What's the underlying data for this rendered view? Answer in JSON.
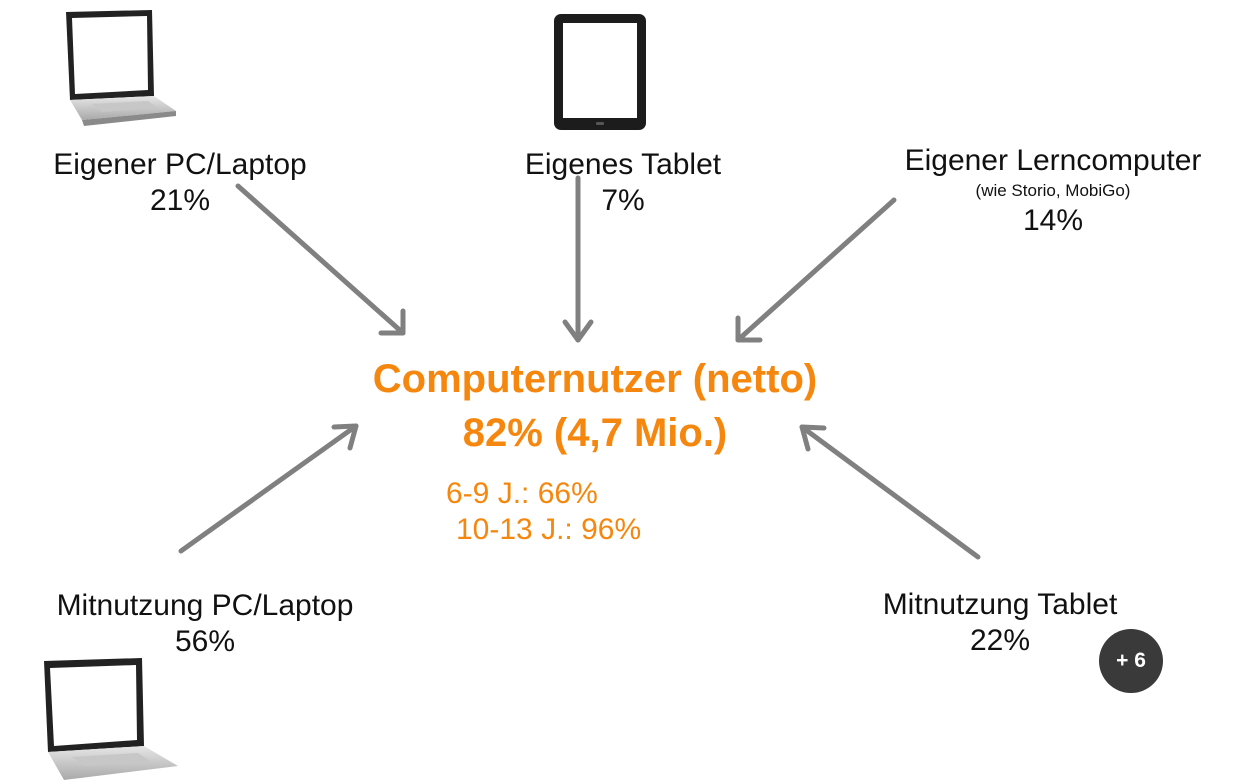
{
  "nodes": {
    "pc_laptop": {
      "title": "Eigener PC/Laptop",
      "percent": "21%"
    },
    "tablet": {
      "title": "Eigenes Tablet",
      "percent": "7%"
    },
    "learning_computer": {
      "title": "Eigener Lerncomputer",
      "note": "(wie Storio, MobiGo)",
      "percent": "14%"
    },
    "shared_pc": {
      "title": "Mitnutzung PC/Laptop",
      "percent": "56%"
    },
    "shared_tablet": {
      "title": "Mitnutzung Tablet",
      "percent": "22%"
    }
  },
  "center": {
    "title": "Computernutzer (netto)",
    "value": "82% (4,7 Mio.)",
    "breakdown": [
      "6-9 J.: 66%",
      "10-13 J.: 96%"
    ]
  },
  "badge": {
    "label": "+ 6"
  },
  "colors": {
    "accent": "#f5870f",
    "arrow": "#808080",
    "badge": "#3a3a3a"
  },
  "icons": [
    "laptop-icon",
    "tablet-icon",
    "laptop-icon"
  ]
}
